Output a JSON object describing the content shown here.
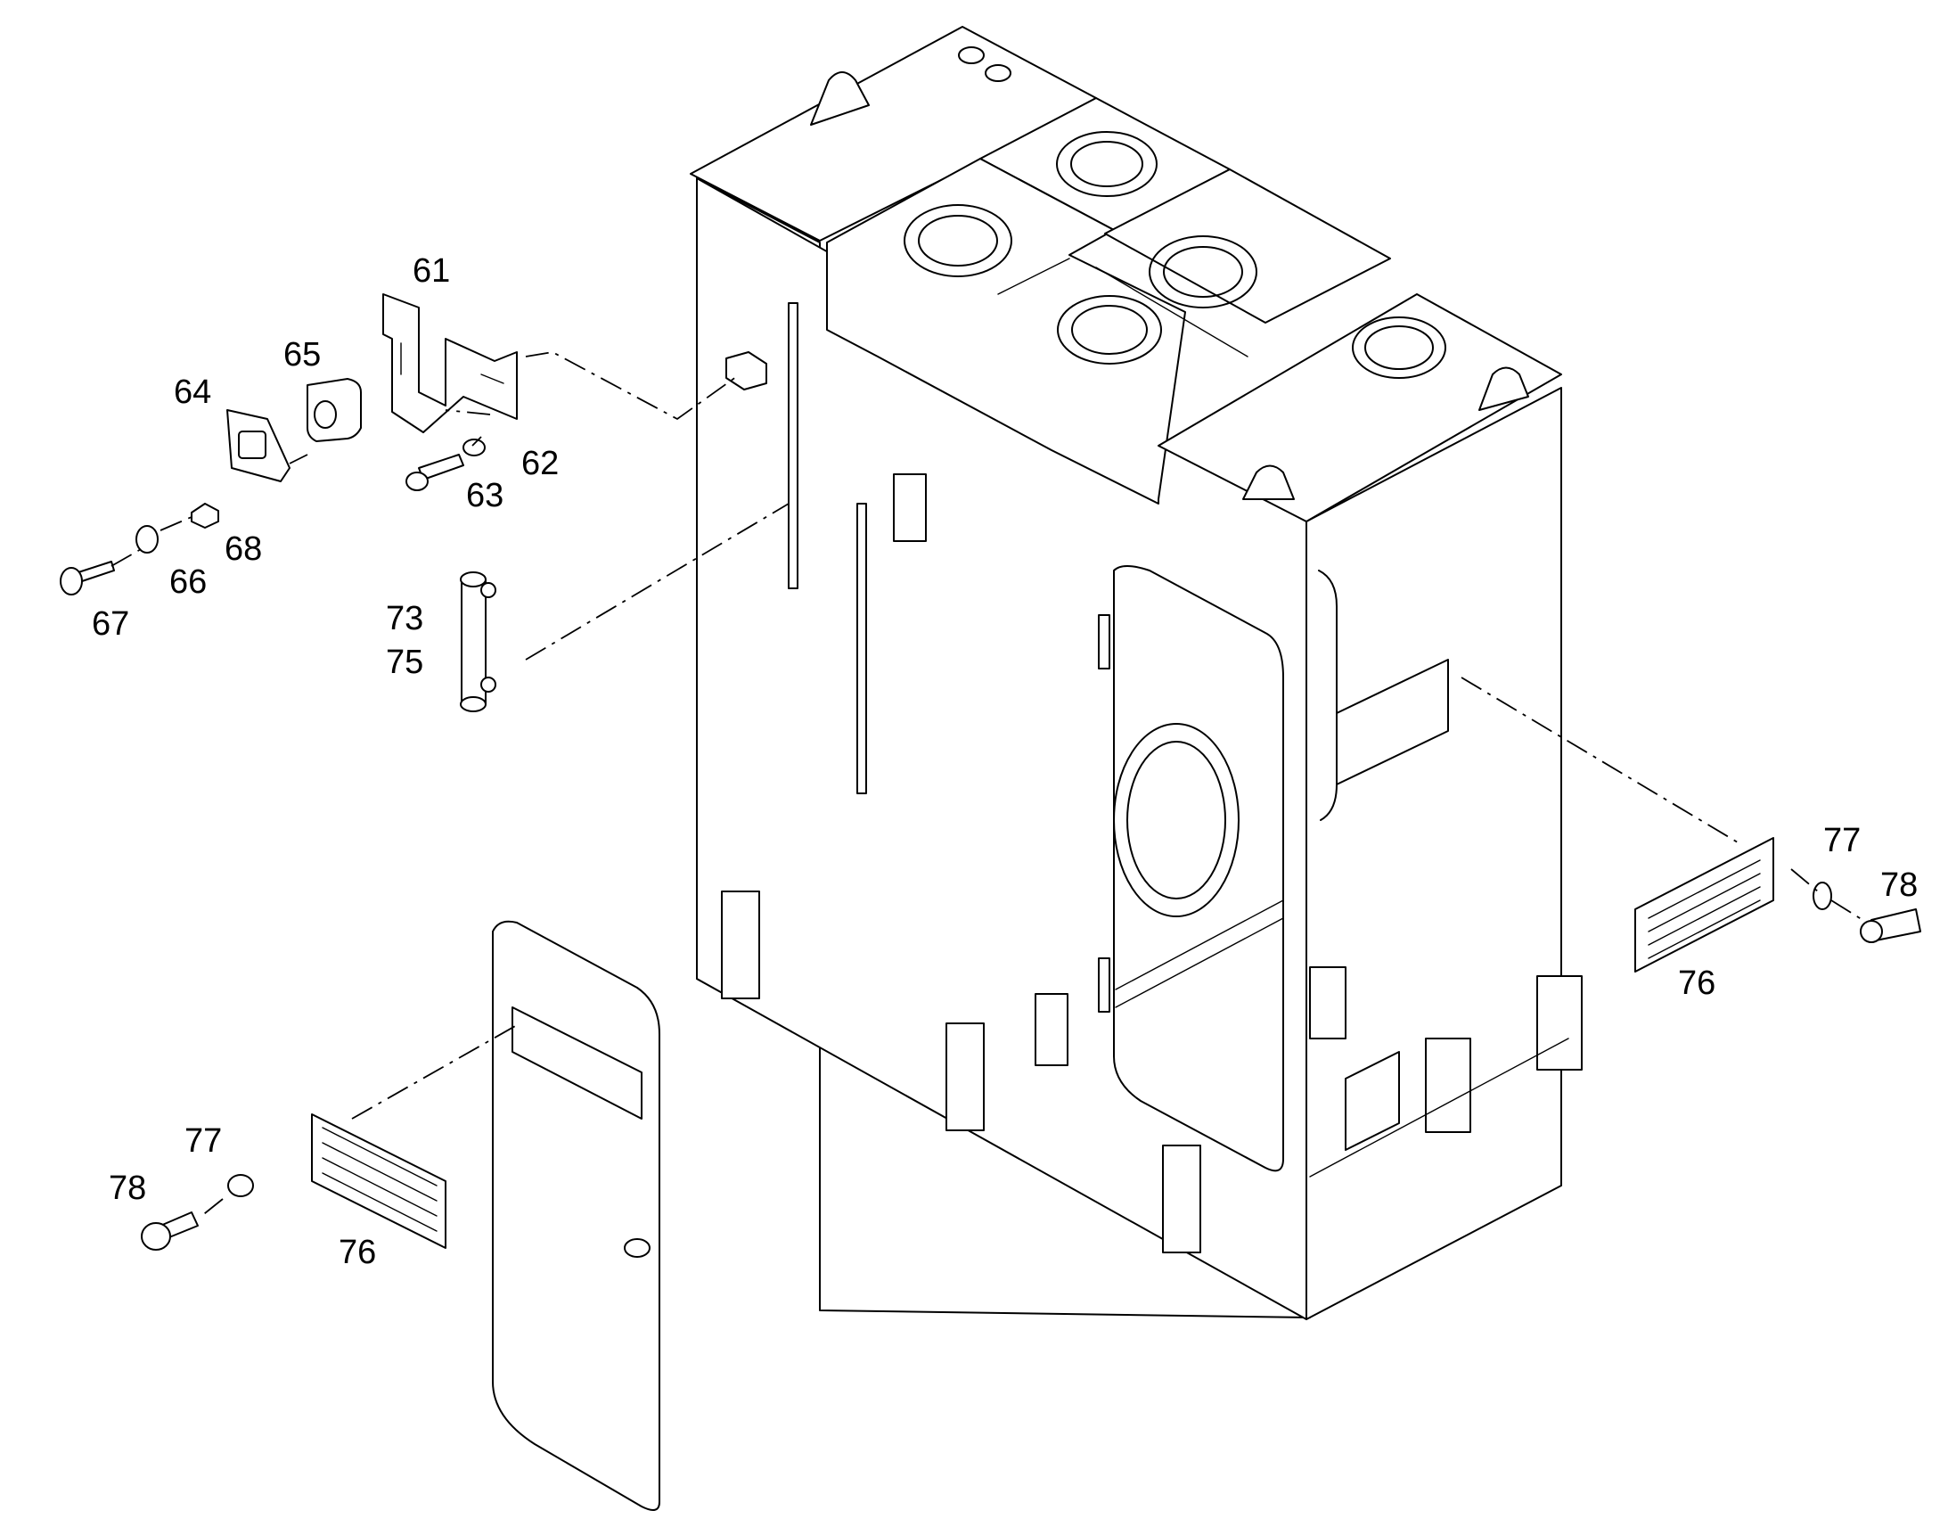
{
  "callouts": {
    "c61": "61",
    "c65": "65",
    "c64": "64",
    "c62": "62",
    "c63": "63",
    "c68": "68",
    "c66": "66",
    "c67": "67",
    "c73": "73",
    "c75": "75",
    "c77_right": "77",
    "c78_right": "78",
    "c76_right": "76",
    "c77_left": "77",
    "c78_left": "78",
    "c76_left": "76"
  }
}
